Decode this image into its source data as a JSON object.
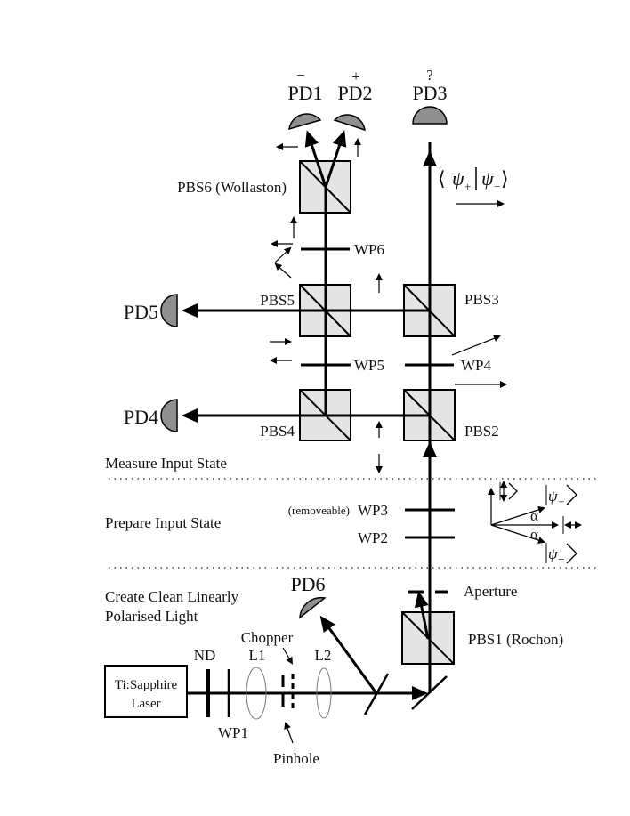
{
  "diagram": {
    "type": "optical-setup",
    "sections": {
      "measure": "Measure Input State",
      "prepare": "Prepare Input  State",
      "create_line1": "Create Clean Linearly",
      "create_line2": "Polarised Light"
    },
    "detectors": {
      "pd1": "PD1",
      "pd1_sign": "−",
      "pd2": "PD2",
      "pd2_sign": "+",
      "pd3": "PD3",
      "pd3_sign": "?",
      "pd4": "PD4",
      "pd5": "PD5",
      "pd6": "PD6"
    },
    "beamsplitters": {
      "pbs1": "PBS1 (Rochon)",
      "pbs2": "PBS2",
      "pbs3": "PBS3",
      "pbs4": "PBS4",
      "pbs5": "PBS5",
      "pbs6": "PBS6 (Wollaston)"
    },
    "waveplates": {
      "wp1": "WP1",
      "wp2": "WP2",
      "wp3": "WP3",
      "wp3_note": "(removeable)",
      "wp4": "WP4",
      "wp5": "WP5",
      "wp6": "WP6"
    },
    "components": {
      "laser_line1": "Ti:Sapphire",
      "laser_line2": "Laser",
      "nd": "ND",
      "l1": "L1",
      "l2": "L2",
      "chopper": "Chopper",
      "pinhole": "Pinhole",
      "aperture": "Aperture"
    },
    "bra_ket": {
      "left": "⟨",
      "psi_plus": "ψ",
      "plus_sub": "+",
      "bar": "|",
      "psi_minus": "ψ",
      "minus_sub": "−",
      "right": "⟩"
    },
    "inset": {
      "alpha1": "α",
      "alpha2": "α",
      "psi_plus_ket": "ψ",
      "plus_sub": "+",
      "psi_minus_ket": "ψ",
      "minus_sub": "−"
    }
  }
}
